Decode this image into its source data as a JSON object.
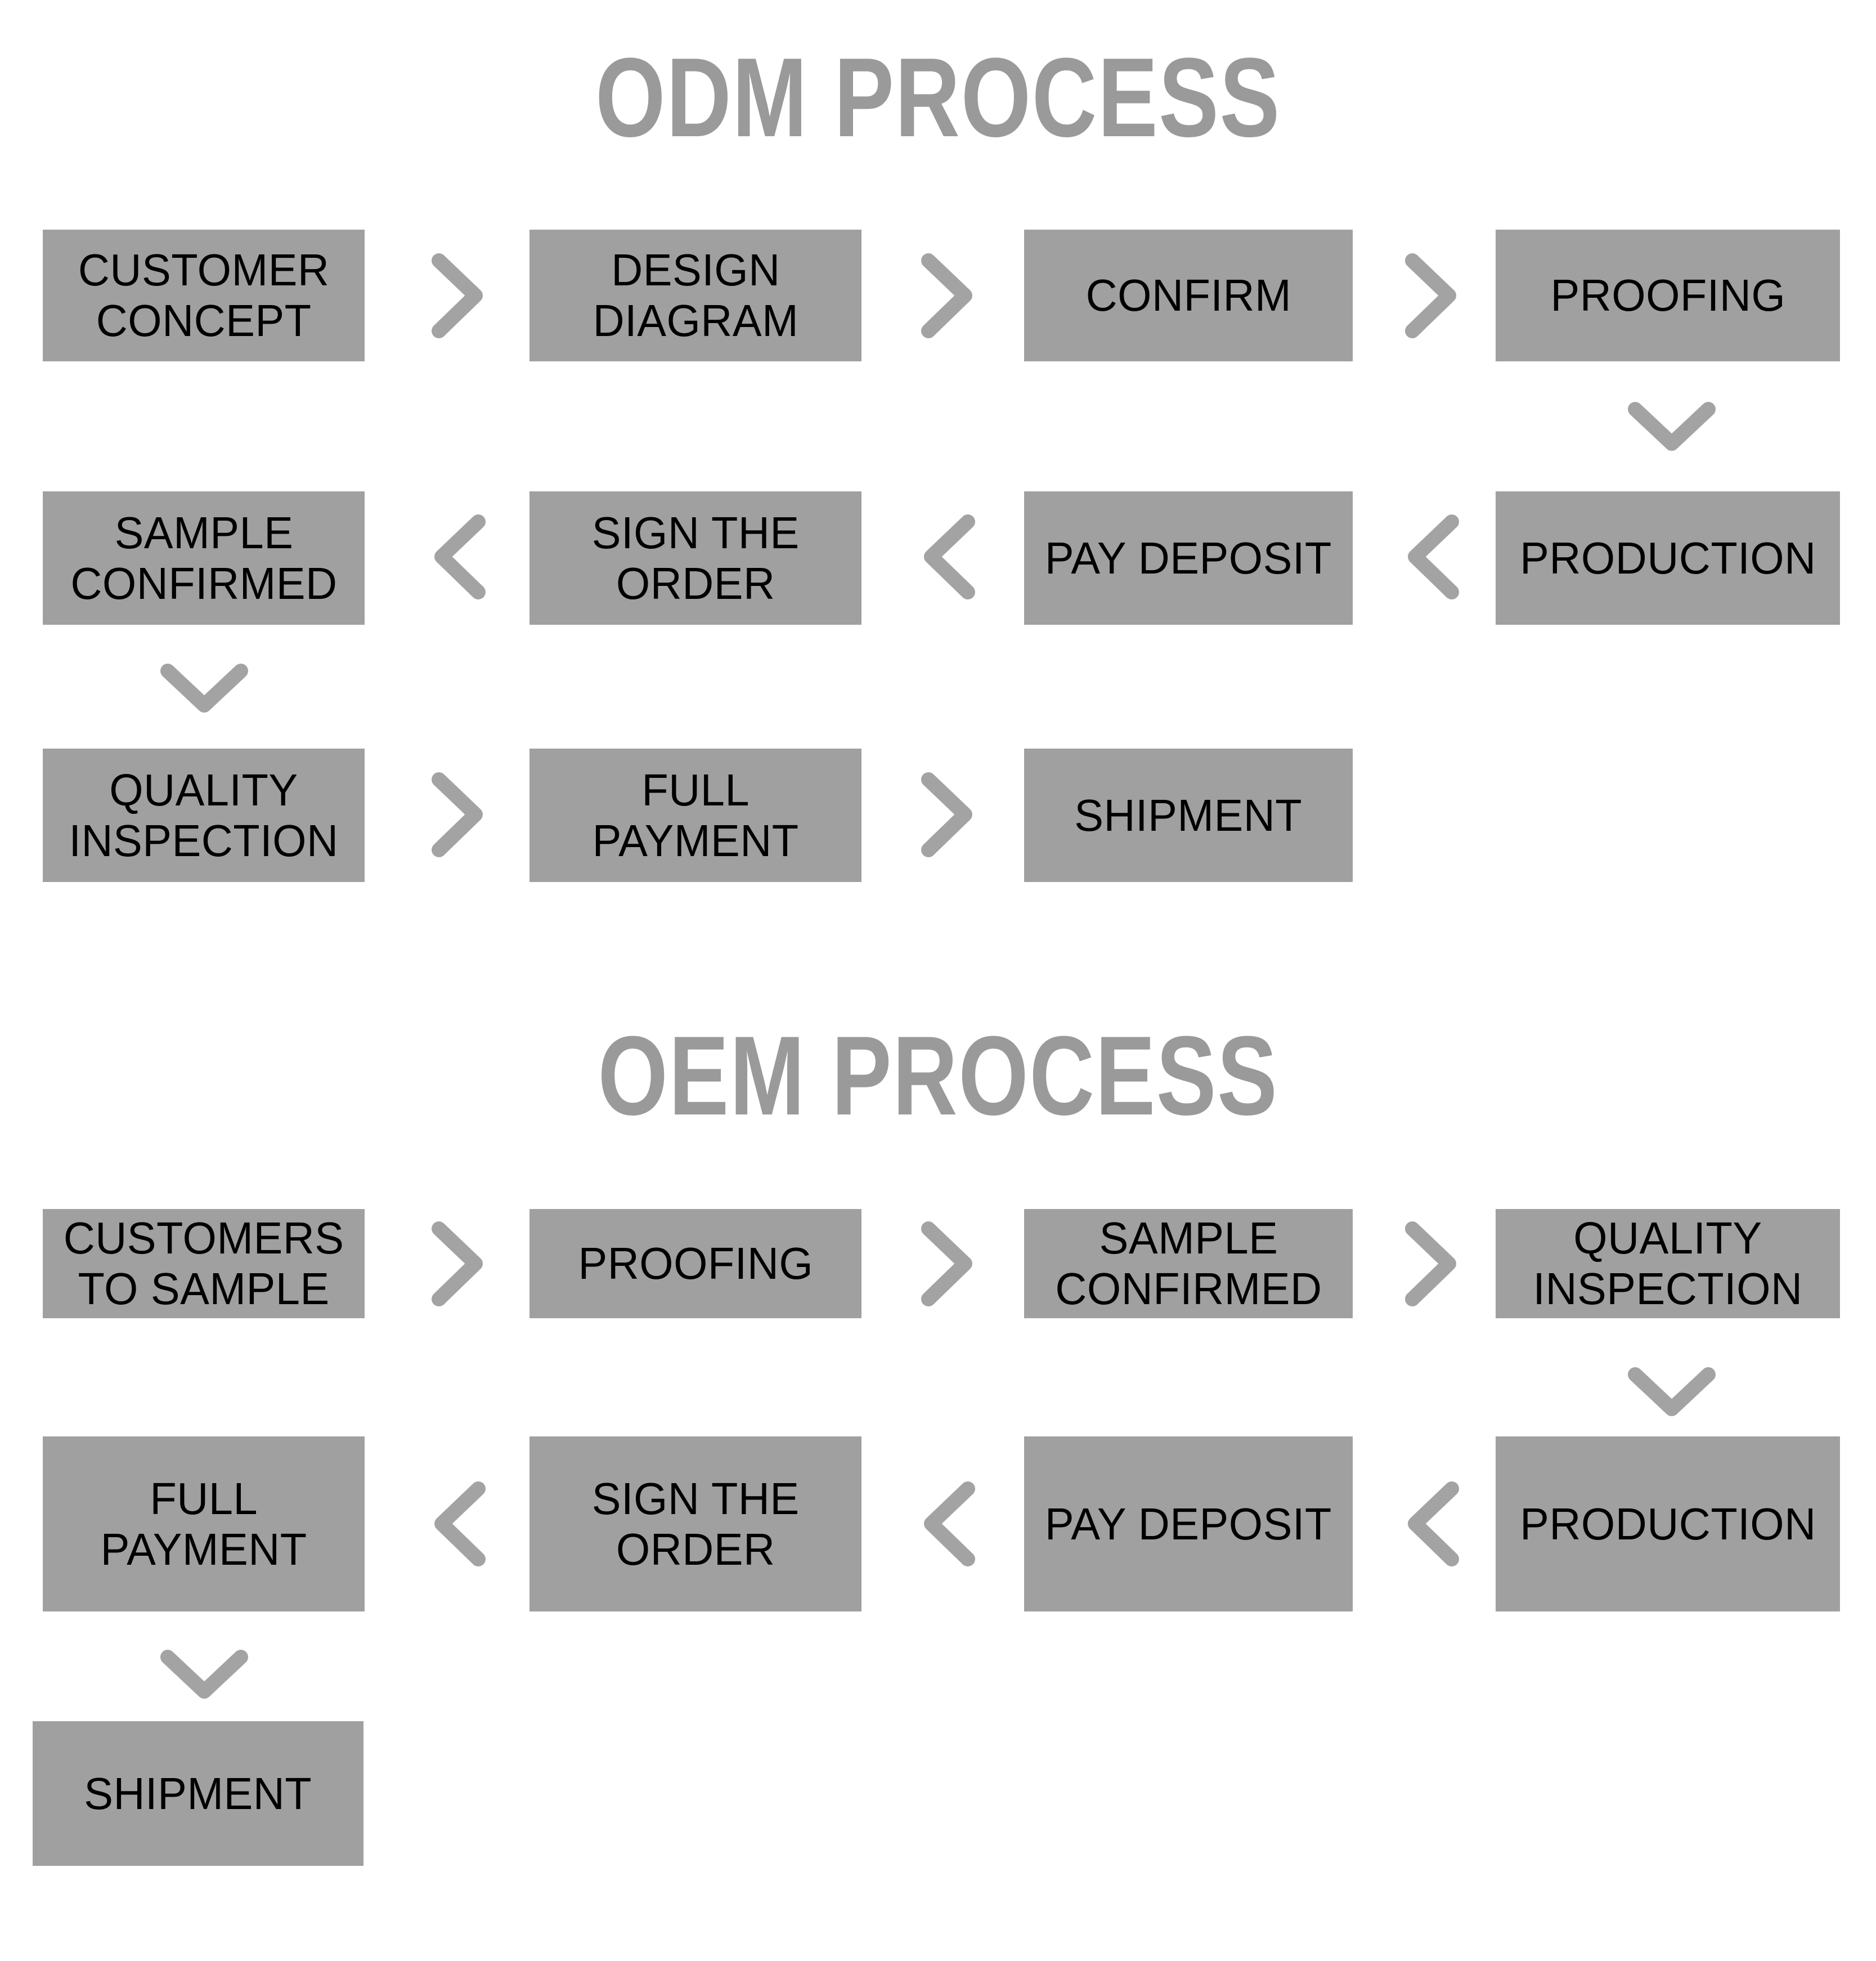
{
  "page": {
    "background": "#ffffff",
    "node_fill": "#a0a0a0",
    "node_text_color": "#000000",
    "title_color": "#9a9a9a",
    "arrow_color": "#a3a3a3"
  },
  "sections": [
    {
      "id": "odm",
      "title": "ODM PROCESS",
      "nodes": [
        {
          "id": "odm-customer-concept",
          "label": "CUSTOMER\nCONCEPT",
          "row": 1,
          "col": 1
        },
        {
          "id": "odm-design-diagram",
          "label": "DESIGN\nDIAGRAM",
          "row": 1,
          "col": 2
        },
        {
          "id": "odm-confirm",
          "label": "CONFIRM",
          "row": 1,
          "col": 3
        },
        {
          "id": "odm-proofing",
          "label": "PROOFING",
          "row": 1,
          "col": 4
        },
        {
          "id": "odm-sample-confirmed",
          "label": "SAMPLE\nCONFIRMED",
          "row": 2,
          "col": 1
        },
        {
          "id": "odm-sign-the-order",
          "label": "SIGN THE\nORDER",
          "row": 2,
          "col": 2
        },
        {
          "id": "odm-pay-deposit",
          "label": "PAY DEPOSIT",
          "row": 2,
          "col": 3
        },
        {
          "id": "odm-production",
          "label": "PRODUCTION",
          "row": 2,
          "col": 4
        },
        {
          "id": "odm-quality-inspection",
          "label": "QUALITY\nINSPECTION",
          "row": 3,
          "col": 1
        },
        {
          "id": "odm-full-payment",
          "label": "FULL\nPAYMENT",
          "row": 3,
          "col": 2
        },
        {
          "id": "odm-shipment",
          "label": "SHIPMENT",
          "row": 3,
          "col": 3
        }
      ],
      "connectors": [
        {
          "id": "odm-c1",
          "direction": "right",
          "from": "odm-customer-concept",
          "to": "odm-design-diagram"
        },
        {
          "id": "odm-c2",
          "direction": "right",
          "from": "odm-design-diagram",
          "to": "odm-confirm"
        },
        {
          "id": "odm-c3",
          "direction": "right",
          "from": "odm-confirm",
          "to": "odm-proofing"
        },
        {
          "id": "odm-c4",
          "direction": "down",
          "from": "odm-proofing",
          "to": "odm-production"
        },
        {
          "id": "odm-c5",
          "direction": "left",
          "from": "odm-production",
          "to": "odm-pay-deposit"
        },
        {
          "id": "odm-c6",
          "direction": "left",
          "from": "odm-pay-deposit",
          "to": "odm-sign-the-order"
        },
        {
          "id": "odm-c7",
          "direction": "left",
          "from": "odm-sign-the-order",
          "to": "odm-sample-confirmed"
        },
        {
          "id": "odm-c8",
          "direction": "down",
          "from": "odm-sample-confirmed",
          "to": "odm-quality-inspection"
        },
        {
          "id": "odm-c9",
          "direction": "right",
          "from": "odm-quality-inspection",
          "to": "odm-full-payment"
        },
        {
          "id": "odm-c10",
          "direction": "right",
          "from": "odm-full-payment",
          "to": "odm-shipment"
        }
      ]
    },
    {
      "id": "oem",
      "title": "OEM PROCESS",
      "nodes": [
        {
          "id": "oem-customers-to-sample",
          "label": "CUSTOMERS\nTO SAMPLE",
          "row": 1,
          "col": 1
        },
        {
          "id": "oem-proofing",
          "label": "PROOFING",
          "row": 1,
          "col": 2
        },
        {
          "id": "oem-sample-confirmed",
          "label": "SAMPLE\nCONFIRMED",
          "row": 1,
          "col": 3
        },
        {
          "id": "oem-quality-inspection",
          "label": "QUALITY\nINSPECTION",
          "row": 1,
          "col": 4
        },
        {
          "id": "oem-full-payment",
          "label": "FULL\nPAYMENT",
          "row": 2,
          "col": 1
        },
        {
          "id": "oem-sign-the-order",
          "label": "SIGN THE\nORDER",
          "row": 2,
          "col": 2
        },
        {
          "id": "oem-pay-deposit",
          "label": "PAY DEPOSIT",
          "row": 2,
          "col": 3
        },
        {
          "id": "oem-production",
          "label": "PRODUCTION",
          "row": 2,
          "col": 4
        },
        {
          "id": "oem-shipment",
          "label": "SHIPMENT",
          "row": 3,
          "col": 1
        }
      ],
      "connectors": [
        {
          "id": "oem-c1",
          "direction": "right",
          "from": "oem-customers-to-sample",
          "to": "oem-proofing"
        },
        {
          "id": "oem-c2",
          "direction": "right",
          "from": "oem-proofing",
          "to": "oem-sample-confirmed"
        },
        {
          "id": "oem-c3",
          "direction": "right",
          "from": "oem-sample-confirmed",
          "to": "oem-quality-inspection"
        },
        {
          "id": "oem-c4",
          "direction": "down",
          "from": "oem-quality-inspection",
          "to": "oem-production"
        },
        {
          "id": "oem-c5",
          "direction": "left",
          "from": "oem-production",
          "to": "oem-pay-deposit"
        },
        {
          "id": "oem-c6",
          "direction": "left",
          "from": "oem-pay-deposit",
          "to": "oem-sign-the-order"
        },
        {
          "id": "oem-c7",
          "direction": "left",
          "from": "oem-sign-the-order",
          "to": "oem-full-payment"
        },
        {
          "id": "oem-c8",
          "direction": "down",
          "from": "oem-full-payment",
          "to": "oem-shipment"
        }
      ]
    }
  ]
}
